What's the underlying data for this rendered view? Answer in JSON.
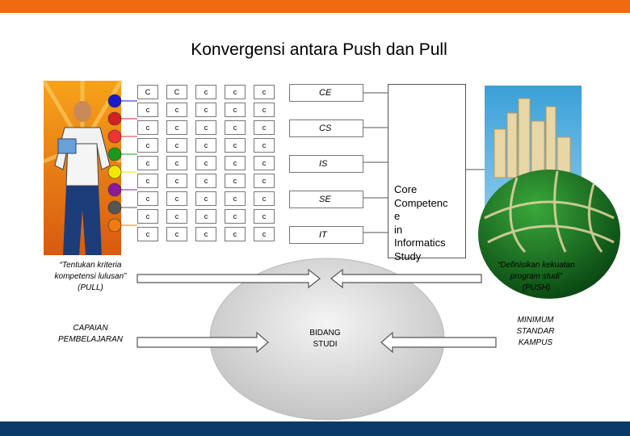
{
  "title": "Konvergensi antara Push dan Pull",
  "grid": {
    "rows": [
      [
        "C",
        "C",
        "c",
        "c",
        "c"
      ],
      [
        "c",
        "c",
        "c",
        "c",
        "c"
      ],
      [
        "c",
        "c",
        "c",
        "c",
        "c"
      ],
      [
        "c",
        "c",
        "c",
        "c",
        "c"
      ],
      [
        "c",
        "c",
        "c",
        "c",
        "c"
      ],
      [
        "c",
        "c",
        "c",
        "c",
        "c"
      ],
      [
        "c",
        "c",
        "c",
        "c",
        "c"
      ],
      [
        "c",
        "c",
        "c",
        "c",
        "c"
      ],
      [
        "c",
        "c",
        "c",
        "c",
        "c"
      ]
    ],
    "dot_colors": [
      "#1a1acc",
      "#d42020",
      "#ee3333",
      "#1a9a1a",
      "#f2e600",
      "#8a1a9a",
      "#555555",
      "#f07a10"
    ]
  },
  "disciplines": [
    "CE",
    "CS",
    "IS",
    "SE",
    "IT"
  ],
  "core_text": "Core\nCompetenc\ne\nin\nInformatics\nStudy",
  "pull_caption": "“Tentukan kriteria\nkompetensi lulusan”\n(PULL)",
  "capaian": "CAPAIAN\nPEMBELAJARAN",
  "push_caption": "“Definisikan kekuatan\nprogram studi”\n(PUSH)",
  "minimum": "MINIMUM\nSTANDAR\nKAMPUS",
  "bidang": "BIDANG\nSTUDI",
  "colors": {
    "top_bar": "#f26a10",
    "bottom_bar": "#0a3a6a"
  }
}
